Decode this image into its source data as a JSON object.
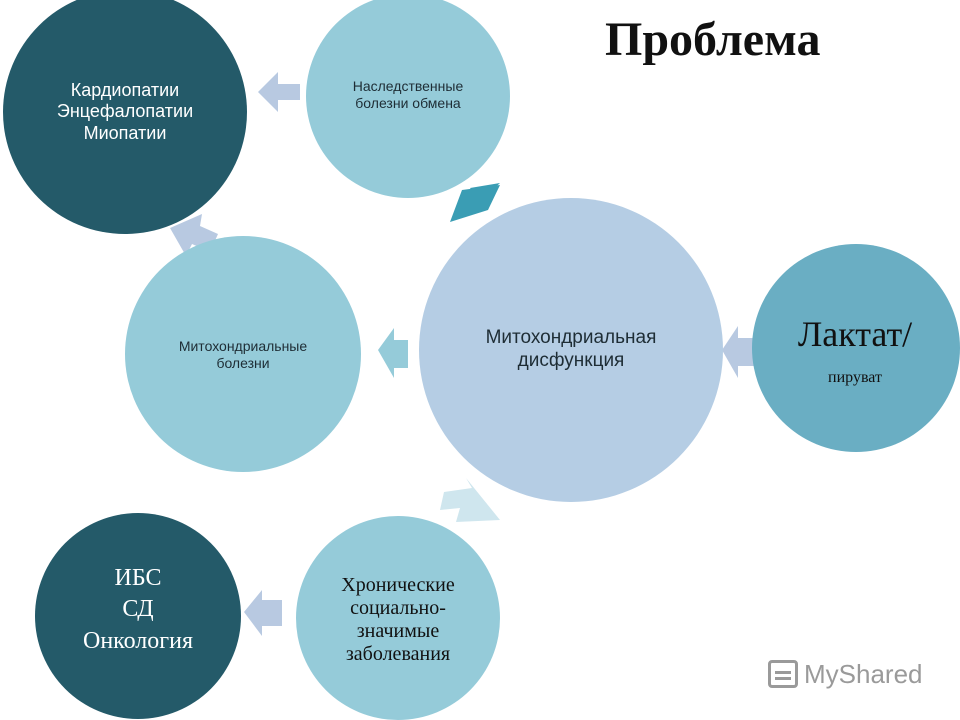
{
  "title": "Проблема",
  "colors": {
    "dark_teal": "#245a69",
    "light_blue": "#95cbd9",
    "pale_blue": "#b5cde4",
    "mid_teal": "#6aaec3",
    "arrow_light": "#b8c9e1",
    "arrow_teal": "#3a9db4"
  },
  "nodes": {
    "cardiopathies": {
      "lines": [
        "Кардиопатии",
        "Энцефалопатии",
        "Миопатии"
      ]
    },
    "hereditary": {
      "lines": [
        "Наследственные",
        "болезни обмена"
      ]
    },
    "mito_diseases": {
      "lines": [
        "Митохондриальные",
        "болезни"
      ]
    },
    "mito_dysfunction": {
      "lines": [
        "Митохондриальная",
        "дисфункция"
      ]
    },
    "lactate": {
      "main": "Лактат/",
      "sub": "пируват"
    },
    "ibs": {
      "lines": [
        "ИБС",
        "СД",
        "Онкология"
      ]
    },
    "chronic": {
      "lines": [
        "Хронические",
        "социально-",
        "значимые",
        "заболевания"
      ]
    }
  },
  "watermark": {
    "text": "MyShared"
  }
}
